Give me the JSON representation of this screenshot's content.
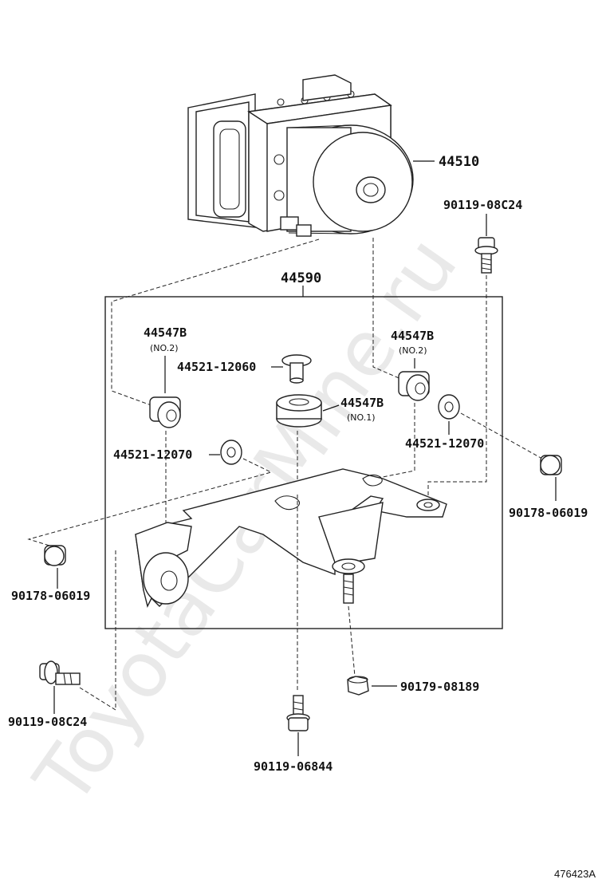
{
  "watermark": "ToyotaCarMine.ru",
  "diagram_code": "476423A",
  "labels": {
    "actuator": "44510",
    "bracket_assy": "44590",
    "bolt_top_right": "90119-08C24",
    "cushion_left": "44547B",
    "cushion_left_sub": "(NO.2)",
    "collar_top": "44521-12060",
    "cushion_center": "44547B",
    "cushion_center_sub": "(NO.1)",
    "cushion_right": "44547B",
    "cushion_right_sub": "(NO.2)",
    "washer_left": "44521-12070",
    "washer_right": "44521-12070",
    "nut_right": "90178-06019",
    "nut_left": "90178-06019",
    "bolt_left": "90119-08C24",
    "nut_bottom": "90179-08189",
    "bolt_bottom": "90119-06844"
  }
}
